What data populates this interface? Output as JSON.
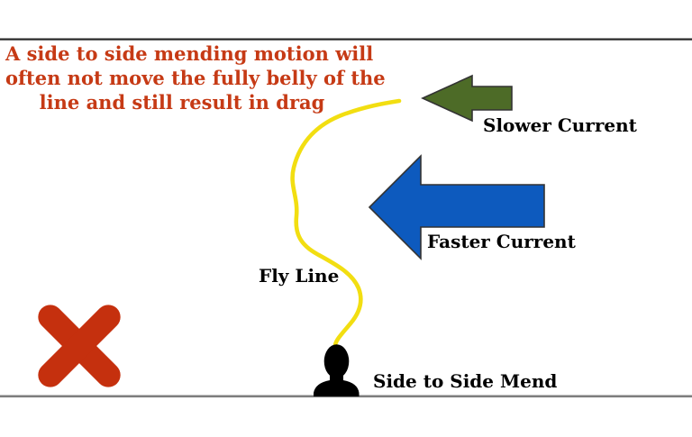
{
  "annotation": {
    "lines": [
      "A side to side mending motion will",
      "often not move the fully belly of the",
      "line and still result in drag"
    ]
  },
  "labels": {
    "slower_current": "Slower Current",
    "faster_current": "Faster Current",
    "fly_line": "Fly Line",
    "side_to_side_mend": "Side to Side Mend"
  },
  "colors": {
    "background": "#ffffff",
    "annotation_text": "#c63a15",
    "label_text": "#000000",
    "slower_arrow": "#4d6b27",
    "faster_arrow": "#0d5abe",
    "fly_line": "#f2de11",
    "x_mark": "#c5300e",
    "figure": "#000000",
    "ground_line": "#7e7e7e",
    "top_rule": "#262626"
  }
}
